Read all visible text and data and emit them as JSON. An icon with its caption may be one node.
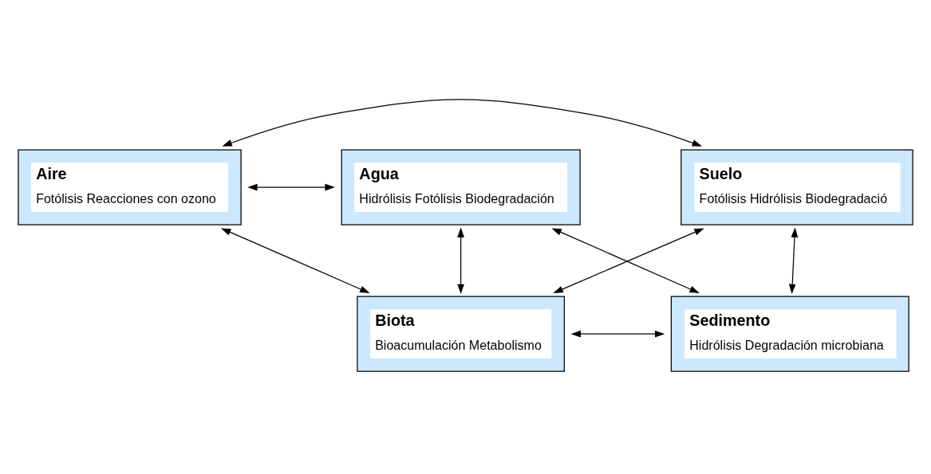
{
  "diagram": {
    "nodes": [
      {
        "text": [
          "Suelo",
          "Fotólisis Hidrólisis Biodegradació"
        ]
      },
      {
        "text": [
          "Aire",
          "Fotólisis Reacciones con ozono"
        ]
      },
      {
        "text": [
          "Agua",
          "Hidrólisis Fotólisis Biodegradación"
        ]
      },
      {
        "text": [
          "Biota",
          "Bioacumulación Metabolismo"
        ]
      },
      {
        "text": [
          "Sedimento",
          "Hidrólisis Degradación microbiana"
        ]
      }
    ],
    "edges": [
      {
        "from": 0,
        "to": 1,
        "arrow": "both"
      },
      {
        "from": 1,
        "to": 2,
        "arrow": "both"
      },
      {
        "from": 0,
        "to": 3,
        "arrow": "both"
      },
      {
        "from": 0,
        "to": 4,
        "arrow": "both"
      },
      {
        "from": 1,
        "to": 3,
        "arrow": "both"
      },
      {
        "from": 2,
        "to": 3,
        "arrow": "both"
      },
      {
        "from": 3,
        "to": 4,
        "arrow": "both"
      },
      {
        "from": 2,
        "to": 4,
        "arrow": "both"
      }
    ]
  }
}
